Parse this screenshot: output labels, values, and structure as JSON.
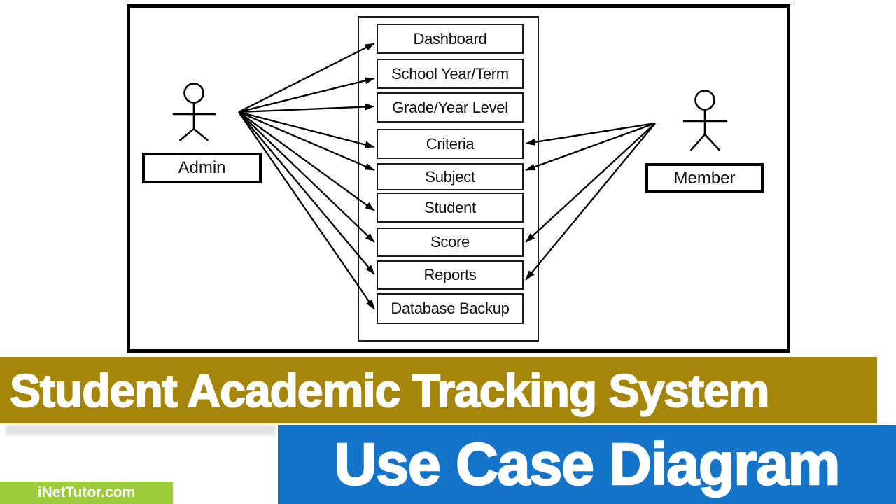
{
  "diagram": {
    "type": "use-case-diagram",
    "system_boxes": [
      "Dashboard",
      "School Year/Term",
      "Grade/Year Level",
      "Criteria",
      "Subject",
      "Student",
      "Score",
      "Reports",
      "Database Backup"
    ],
    "actors": [
      {
        "id": "admin",
        "label": "Admin",
        "connects_to": [
          "Dashboard",
          "School Year/Term",
          "Grade/Year Level",
          "Criteria",
          "Subject",
          "Student",
          "Score",
          "Reports",
          "Database Backup"
        ]
      },
      {
        "id": "member",
        "label": "Member",
        "connects_to": [
          "Criteria",
          "Subject",
          "Score",
          "Reports"
        ]
      }
    ]
  },
  "banners": {
    "title": "Student Academic Tracking System",
    "subtitle": "Use Case Diagram",
    "watermark": "iNetTutor.com"
  },
  "colors": {
    "title_bg": "#a6860a",
    "subtitle_bg": "#1474c9",
    "watermark_bg": "#9ccb3b",
    "line_color": "#000000",
    "text_color": "#ffffff"
  }
}
